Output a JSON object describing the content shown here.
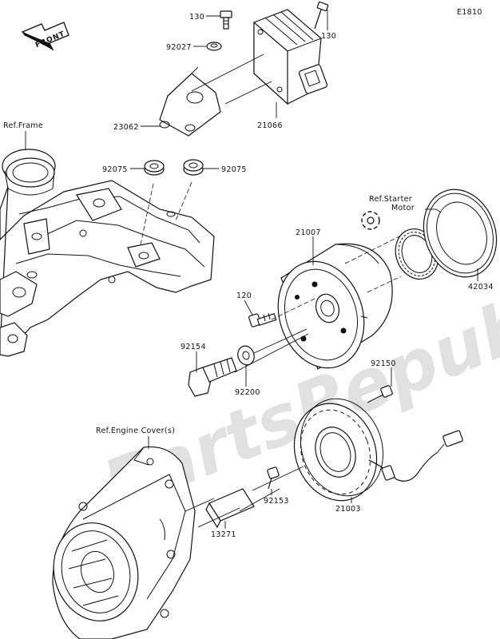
{
  "diagram_code": "E1810",
  "front_arrow_label": "FRONT",
  "watermark": "PartsRepublik",
  "refs": {
    "frame": "Ref.Frame",
    "starter_motor": "Ref.Starter Motor",
    "engine_cover": "Ref.Engine Cover(s)"
  },
  "parts": [
    {
      "id": "p130a",
      "number": "130"
    },
    {
      "id": "p130b",
      "number": "130"
    },
    {
      "id": "p92027",
      "number": "92027"
    },
    {
      "id": "p21066",
      "number": "21066"
    },
    {
      "id": "p23062",
      "number": "23062"
    },
    {
      "id": "p92075a",
      "number": "92075"
    },
    {
      "id": "p92075b",
      "number": "92075"
    },
    {
      "id": "p21007",
      "number": "21007"
    },
    {
      "id": "p42034",
      "number": "42034"
    },
    {
      "id": "p120",
      "number": "120"
    },
    {
      "id": "p92154",
      "number": "92154"
    },
    {
      "id": "p92200",
      "number": "92200"
    },
    {
      "id": "p92150",
      "number": "92150"
    },
    {
      "id": "p92153",
      "number": "92153"
    },
    {
      "id": "p21003",
      "number": "21003"
    },
    {
      "id": "p13271",
      "number": "13271"
    }
  ]
}
